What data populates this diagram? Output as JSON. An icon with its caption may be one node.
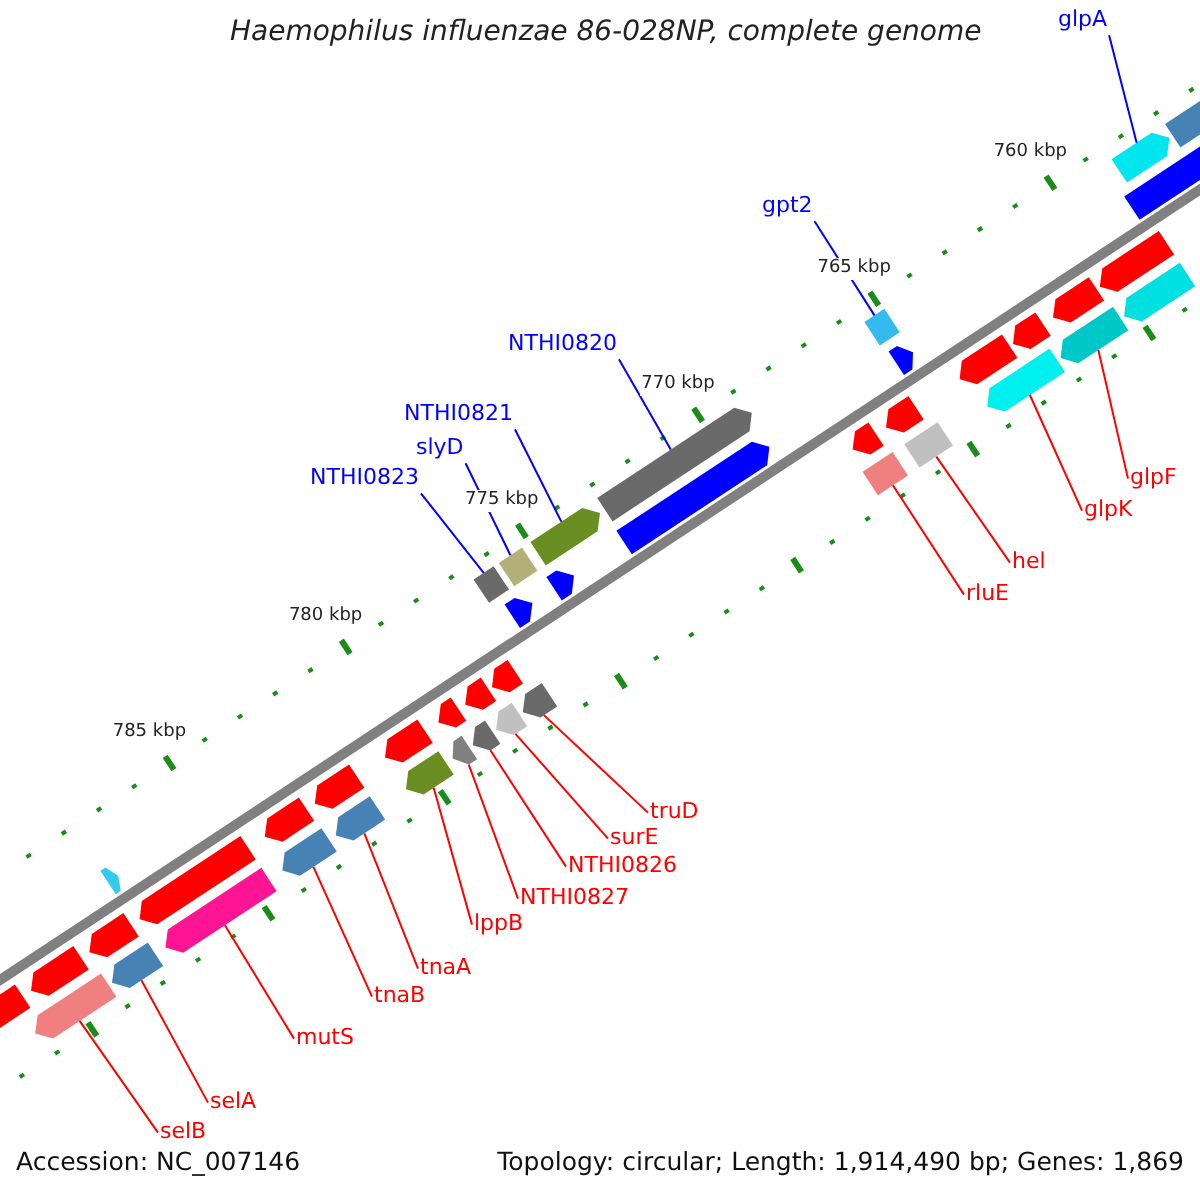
{
  "diagram": {
    "title": "Haemophilus influenzae 86-028NP, complete genome",
    "nodes": [
      {
        "text": [
          "glpA"
        ]
      },
      {
        "text": [
          "gpt2"
        ]
      },
      {
        "text": [
          "NTHI0820"
        ]
      },
      {
        "text": [
          "NTHI0821"
        ]
      },
      {
        "text": [
          "slyD"
        ]
      },
      {
        "text": [
          "NTHI0823"
        ]
      },
      {
        "text": [
          "glpF"
        ]
      },
      {
        "text": [
          "glpK"
        ]
      },
      {
        "text": [
          "hel"
        ]
      },
      {
        "text": [
          "rluE"
        ]
      },
      {
        "text": [
          "truD"
        ]
      },
      {
        "text": [
          "surE"
        ]
      },
      {
        "text": [
          "NTHI0826"
        ]
      },
      {
        "text": [
          "NTHI0827"
        ]
      },
      {
        "text": [
          "lppB"
        ]
      },
      {
        "text": [
          "tnaA"
        ]
      },
      {
        "text": [
          "tnaB"
        ]
      },
      {
        "text": [
          "mutS"
        ]
      },
      {
        "text": [
          "selA"
        ]
      },
      {
        "text": [
          "selB"
        ]
      },
      {
        "text": [],
        "shape": "arrow"
      },
      {
        "text": [],
        "shape": "box"
      },
      {
        "text": [],
        "shape": "arrow"
      },
      {
        "text": [],
        "shape": "arrow"
      },
      {
        "text": [],
        "shape": "box"
      },
      {
        "text": [],
        "shape": "box"
      },
      {
        "text": [],
        "shape": "arrow"
      },
      {
        "text": [],
        "shape": "arrow"
      },
      {
        "text": [],
        "shape": "box"
      },
      {
        "text": [],
        "shape": "box"
      },
      {
        "text": [],
        "shape": "arrow"
      },
      {
        "text": [],
        "shape": "arrow"
      },
      {
        "text": [],
        "shape": "arrow"
      },
      {
        "text": [],
        "shape": "arrow"
      },
      {
        "text": [],
        "shape": "arrow"
      },
      {
        "text": [],
        "shape": "arrow"
      },
      {
        "text": [],
        "shape": "arrow"
      },
      {
        "text": [],
        "shape": "arrow"
      },
      {
        "text": [],
        "shape": "arrow"
      },
      {
        "text": [],
        "shape": "arrow"
      }
    ],
    "edges": [
      {
        "from": 0,
        "to": 20,
        "arrow": "none",
        "color": "#0000ff"
      },
      {
        "from": 1,
        "to": 21,
        "arrow": "none",
        "color": "#0000ff"
      },
      {
        "from": 2,
        "to": 22,
        "arrow": "none",
        "color": "#0000ff"
      },
      {
        "from": 3,
        "to": 23,
        "arrow": "none",
        "color": "#0000ff"
      },
      {
        "from": 4,
        "to": 24,
        "arrow": "none",
        "color": "#0000ff"
      },
      {
        "from": 5,
        "to": 25,
        "arrow": "none",
        "color": "#0000ff"
      },
      {
        "from": 6,
        "to": 26,
        "arrow": "none"
      },
      {
        "from": 7,
        "to": 27,
        "arrow": "none"
      },
      {
        "from": 8,
        "to": 28,
        "arrow": "none"
      },
      {
        "from": 9,
        "to": 29,
        "arrow": "none"
      },
      {
        "from": 10,
        "to": 30,
        "arrow": "none"
      },
      {
        "from": 11,
        "to": 31,
        "arrow": "none"
      },
      {
        "from": 12,
        "to": 32,
        "arrow": "none"
      },
      {
        "from": 13,
        "to": 33,
        "arrow": "none"
      },
      {
        "from": 14,
        "to": 34,
        "arrow": "none"
      },
      {
        "from": 15,
        "to": 35,
        "arrow": "none"
      },
      {
        "from": 16,
        "to": 36,
        "arrow": "none"
      },
      {
        "from": 17,
        "to": 37,
        "arrow": "none"
      },
      {
        "from": 18,
        "to": 38,
        "arrow": "none"
      },
      {
        "from": 19,
        "to": 39,
        "arrow": "none"
      }
    ],
    "labels": [
      "760 kbp",
      "765 kbp",
      "770 kbp",
      "775 kbp",
      "780 kbp",
      "785 kbp",
      "Accession: NC_007146",
      "Topology: circular; Length: 1,914,490 bp; Genes: 1,869"
    ]
  }
}
